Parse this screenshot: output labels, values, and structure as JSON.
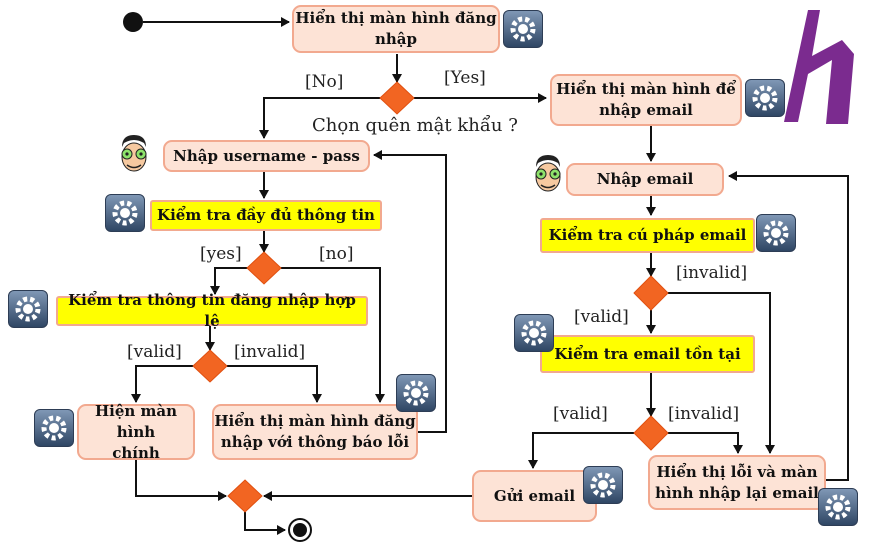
{
  "activities": {
    "show_login": "Hiển thị màn hình đăng nhập",
    "show_email_screen": "Hiển thị màn hình để nhập email",
    "enter_username_pass": "Nhập username - pass",
    "enter_email": "Nhập email",
    "check_complete": "Kiểm tra đầy đủ thông tin",
    "check_email_syntax": "Kiểm tra cú pháp email",
    "check_login_valid": "Kiểm tra thông tin đăng nhập hợp lệ",
    "check_email_exists": "Kiểm tra email tồn tại",
    "show_main": "Hiện màn hình chính",
    "show_login_error": "Hiển thị màn hình đăng nhập với thông báo lỗi",
    "send_email": "Gửi email",
    "show_email_error": "Hiển thị lỗi và màn hình nhập lại email"
  },
  "guards": {
    "no": "[No]",
    "yes": "[Yes]",
    "forgot_question": "Chọn quên mật khẩu ?",
    "yes_lower": "[yes]",
    "no_lower": "[no]",
    "valid_login": "[valid]",
    "invalid_login": "[invalid]",
    "invalid_syntax": "[invalid]",
    "valid_syntax": "[valid]",
    "valid_exists": "[valid]",
    "invalid_exists": "[invalid]"
  },
  "icons": [
    "gear-icon",
    "user-icon",
    "logo-h"
  ],
  "colors": {
    "action_fill": "#fde3d6",
    "action_border": "#f2a98f",
    "highlight_fill": "#ffff00",
    "decision_fill": "#f26522",
    "logo": "#7b2b8f"
  }
}
